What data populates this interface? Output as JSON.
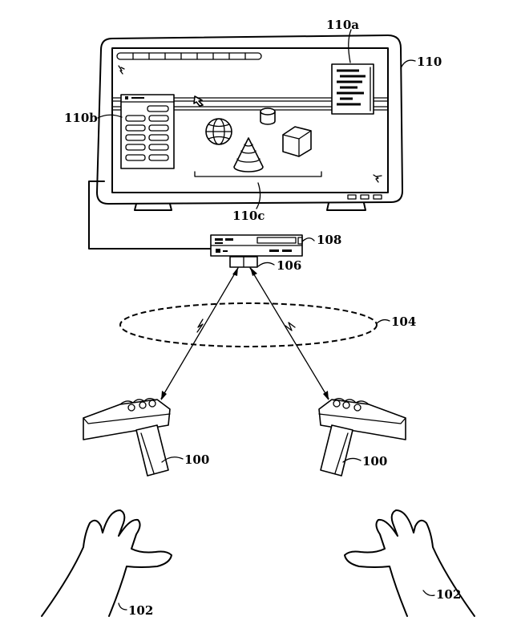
{
  "labels": {
    "monitor": "110",
    "panel_a": "110a",
    "panel_b": "110b",
    "panel_c": "110c",
    "console": "108",
    "receiver": "106",
    "field": "104",
    "controller_left": "100",
    "controller_right": "100",
    "hand_left": "102",
    "hand_right": "102"
  },
  "icons": [
    "monitor-icon",
    "globe-icon",
    "cylinder-icon",
    "cone-icon",
    "cube-icon",
    "cursor-icon",
    "game-console-icon",
    "receiver-icon",
    "controller-icon",
    "hand-icon"
  ]
}
